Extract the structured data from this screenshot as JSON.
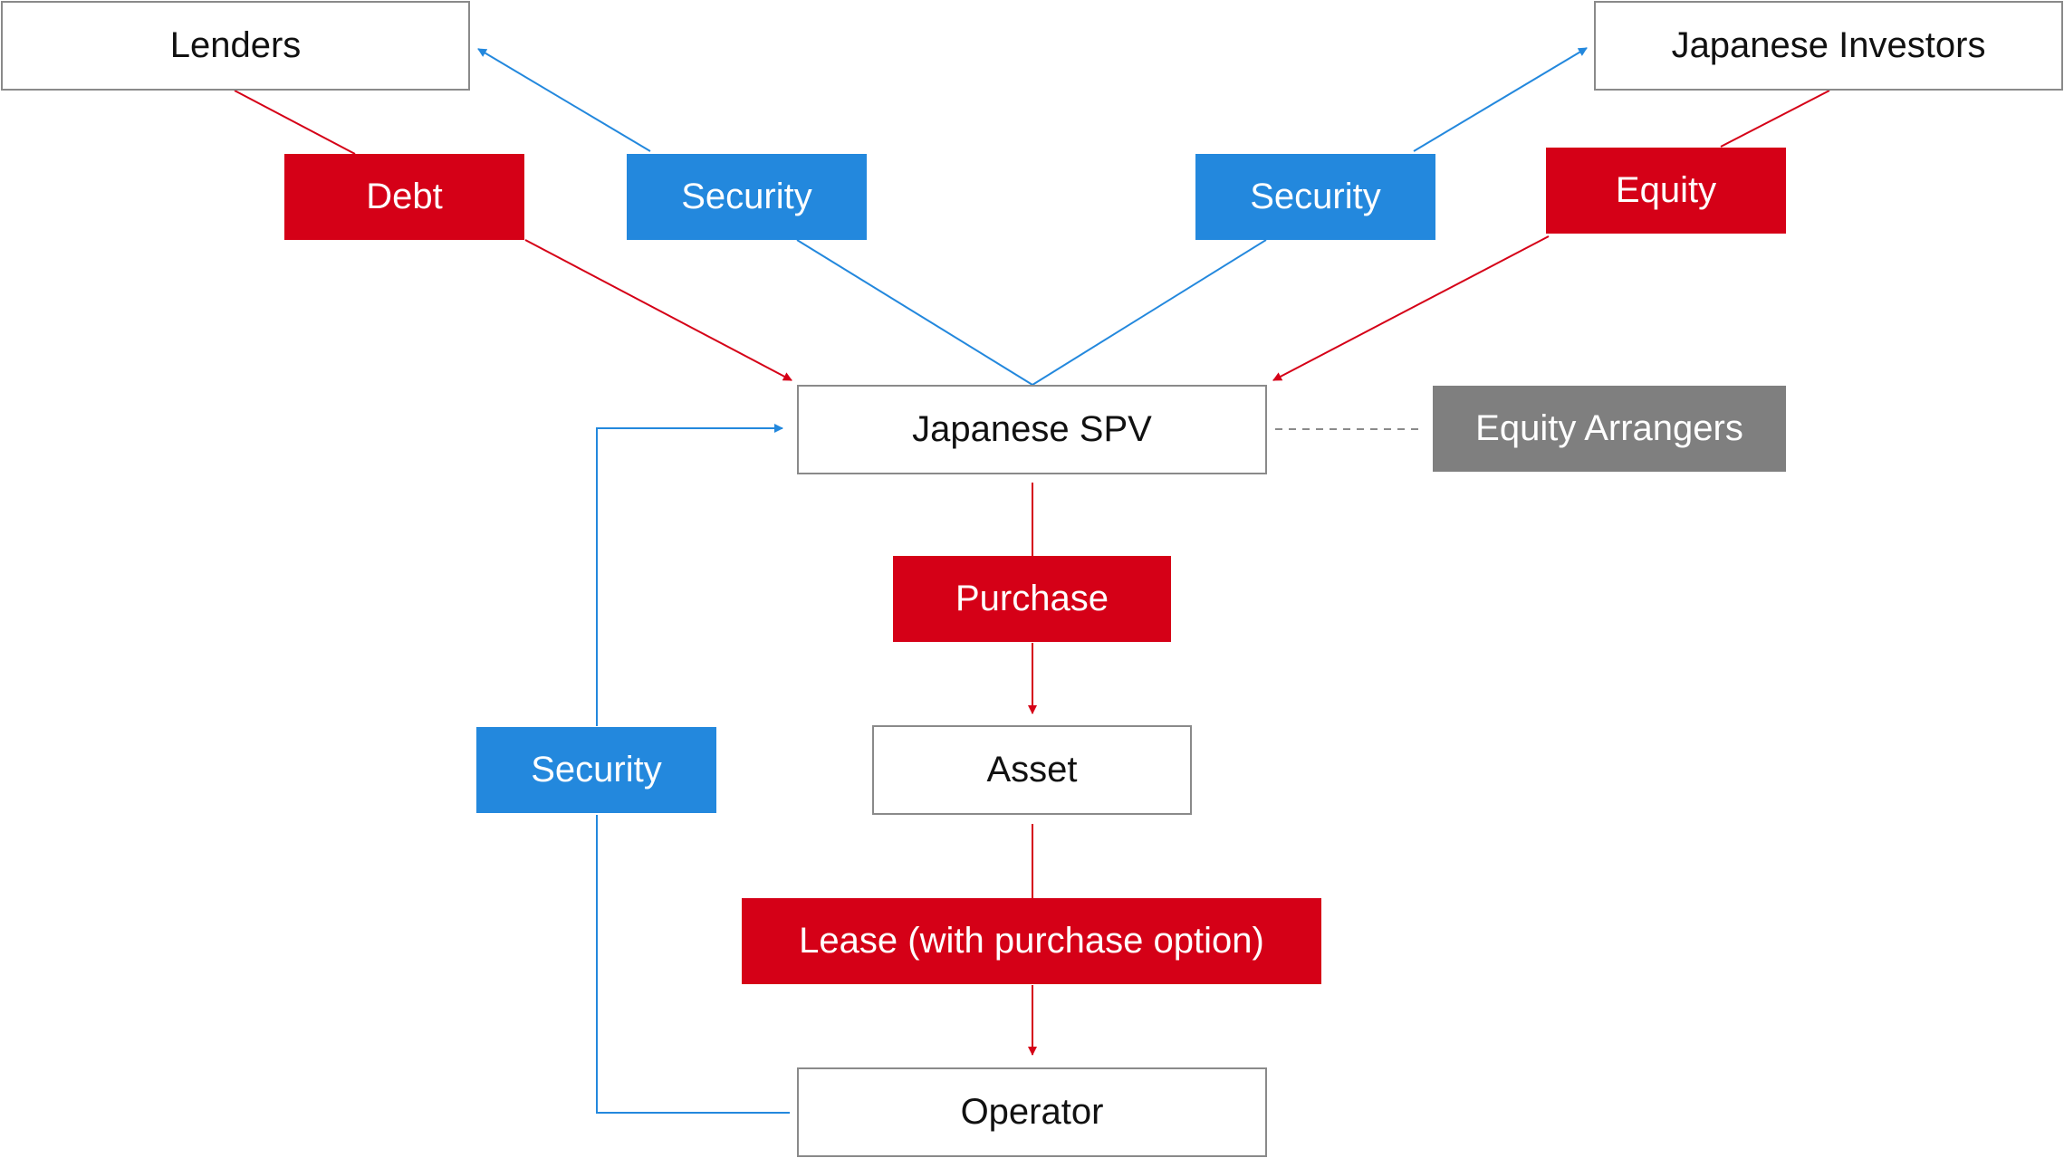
{
  "colors": {
    "flow_red": "#d50017",
    "security_blue": "#2388dd",
    "arranger_gray": "#7f7f7f",
    "border_gray": "#8a8a8a"
  },
  "nodes": {
    "lenders": "Lenders",
    "japanese_investors": "Japanese Investors",
    "japanese_spv": "Japanese SPV",
    "equity_arrangers": "Equity Arrangers",
    "asset": "Asset",
    "operator": "Operator"
  },
  "flows": {
    "debt": "Debt",
    "security_lenders": "Security",
    "security_investors": "Security",
    "equity": "Equity",
    "purchase": "Purchase",
    "lease": "Lease (with purchase option)",
    "security_operator": "Security"
  }
}
